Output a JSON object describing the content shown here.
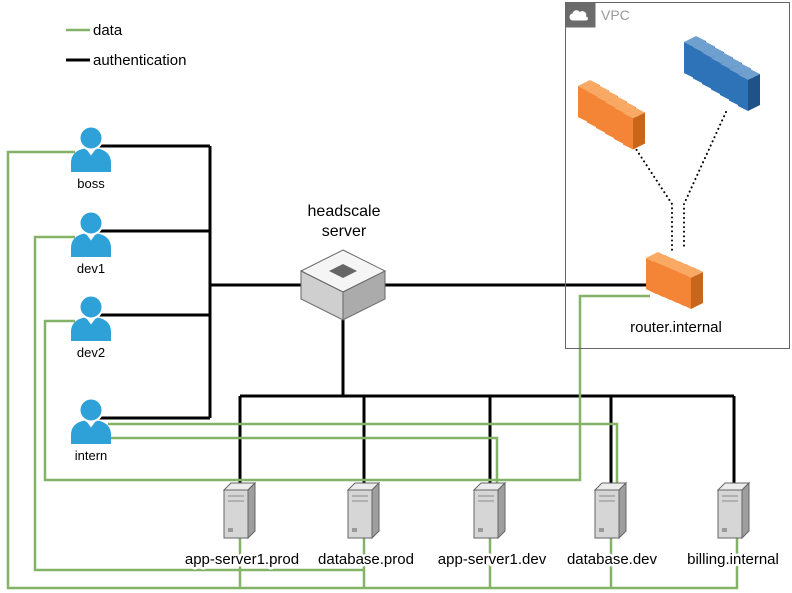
{
  "legend": {
    "data_label": "data",
    "auth_label": "authentication"
  },
  "colors": {
    "data_line": "#82b366",
    "auth_line": "#000000",
    "user_icon_blue": "#2ea2d8",
    "aws_orange": "#f58536",
    "aws_blue": "#2e73b8",
    "vpc_border": "#666666",
    "vpc_header": "#6b6b6b"
  },
  "users": [
    {
      "label": "boss"
    },
    {
      "label": "dev1"
    },
    {
      "label": "dev2"
    },
    {
      "label": "intern"
    }
  ],
  "headscale": {
    "label_line1": "headscale",
    "label_line2": "server"
  },
  "vpc": {
    "title": "VPC",
    "router": {
      "label": "router.internal"
    },
    "unlabeled_icons": [
      "instances-stack-orange",
      "instances-stack-blue"
    ]
  },
  "servers": [
    {
      "label": "app-server1.prod"
    },
    {
      "label": "database.prod"
    },
    {
      "label": "app-server1.dev"
    },
    {
      "label": "database.dev"
    },
    {
      "label": "billing.internal"
    }
  ],
  "edges": {
    "authentication": [
      {
        "from": "boss",
        "to": "headscale server"
      },
      {
        "from": "dev1",
        "to": "headscale server"
      },
      {
        "from": "dev2",
        "to": "headscale server"
      },
      {
        "from": "intern",
        "to": "headscale server"
      },
      {
        "from": "headscale server",
        "to": "router.internal"
      },
      {
        "from": "headscale server",
        "to": "app-server1.prod"
      },
      {
        "from": "headscale server",
        "to": "database.prod"
      },
      {
        "from": "headscale server",
        "to": "app-server1.dev"
      },
      {
        "from": "headscale server",
        "to": "database.dev"
      },
      {
        "from": "headscale server",
        "to": "billing.internal"
      }
    ],
    "data": [
      {
        "from": "boss",
        "to": "billing.internal"
      },
      {
        "from": "dev1",
        "to": "app-server1.prod"
      },
      {
        "from": "dev1",
        "to": "database.prod"
      },
      {
        "from": "dev2",
        "to": "router.internal"
      },
      {
        "from": "intern",
        "to": "app-server1.dev"
      },
      {
        "from": "intern",
        "to": "database.dev"
      }
    ],
    "vpc_dotted": [
      {
        "from": "instances-stack-orange",
        "to": "router.internal"
      },
      {
        "from": "instances-stack-blue",
        "to": "router.internal"
      }
    ]
  }
}
